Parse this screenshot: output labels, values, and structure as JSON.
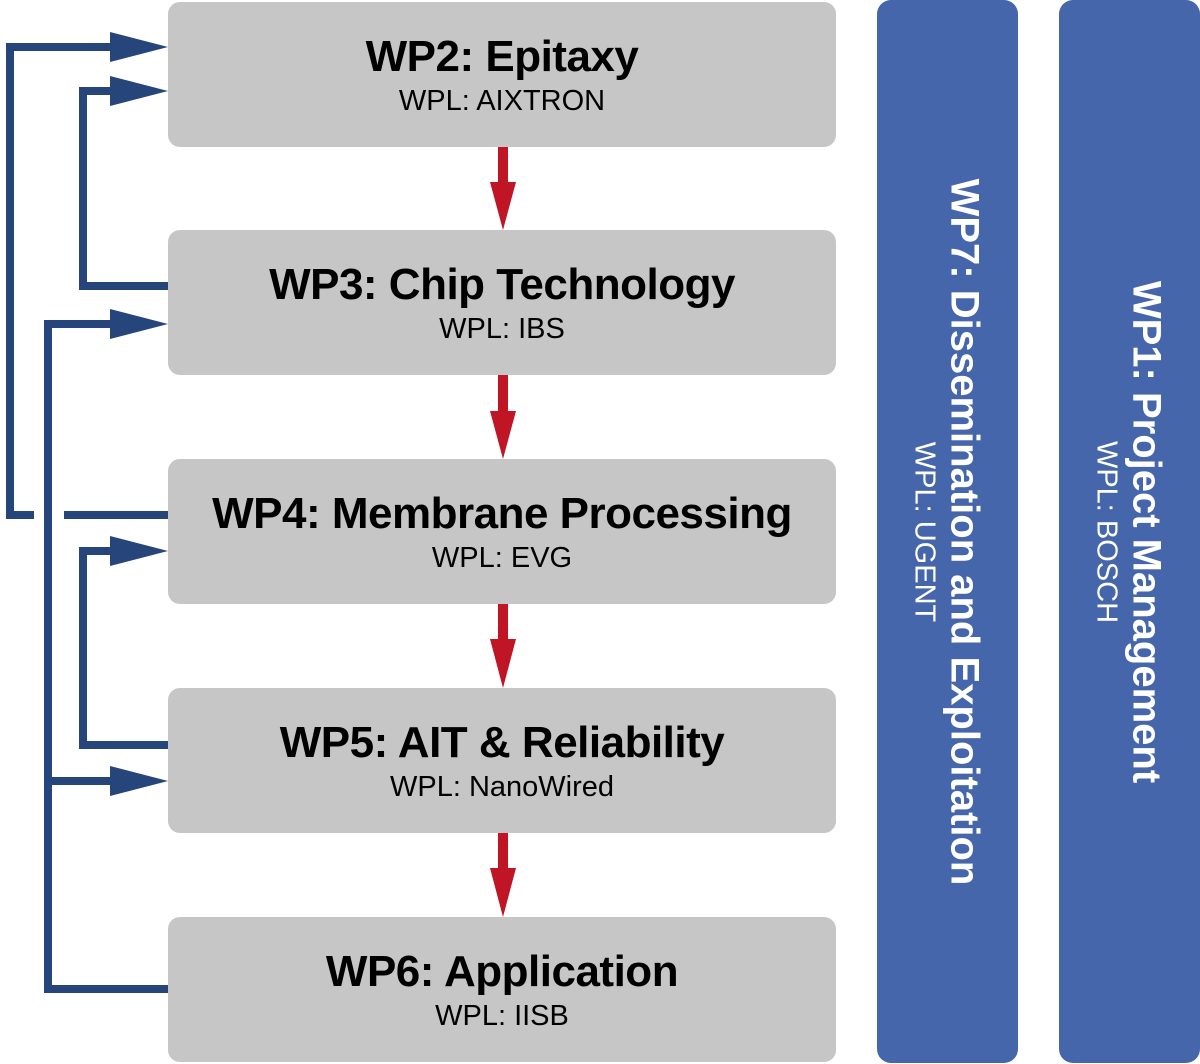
{
  "colors": {
    "box_fill": "#c6c6c6",
    "side_fill": "#4566ab",
    "feedback_arrow": "#26457a",
    "flow_arrow": "#c01525"
  },
  "work_packages": [
    {
      "id": "WP2",
      "title": "WP2: Epitaxy",
      "lead": "WPL: AIXTRON"
    },
    {
      "id": "WP3",
      "title": "WP3: Chip Technology",
      "lead": "WPL: IBS"
    },
    {
      "id": "WP4",
      "title": "WP4: Membrane Processing",
      "lead": "WPL: EVG"
    },
    {
      "id": "WP5",
      "title": "WP5: AIT & Reliability",
      "lead": "WPL: NanoWired"
    },
    {
      "id": "WP6",
      "title": "WP6: Application",
      "lead": "WPL: IISB"
    }
  ],
  "side_packages": [
    {
      "id": "WP7",
      "title": "WP7: Dissemination and Exploitation",
      "lead": "WPL: UGENT"
    },
    {
      "id": "WP1",
      "title": "WP1: Project Management",
      "lead": "WPL: BOSCH"
    }
  ],
  "flow_arrows": [
    {
      "from": "WP2",
      "to": "WP3"
    },
    {
      "from": "WP3",
      "to": "WP4"
    },
    {
      "from": "WP4",
      "to": "WP5"
    },
    {
      "from": "WP5",
      "to": "WP6"
    }
  ],
  "feedback_arrows": [
    {
      "from": "WP4",
      "to": "WP2"
    },
    {
      "from": "WP3",
      "to": "WP2"
    },
    {
      "from": "WP6",
      "to": "WP3"
    },
    {
      "from": "WP5",
      "to": "WP4"
    },
    {
      "from": "WP6",
      "to": "WP5"
    }
  ]
}
